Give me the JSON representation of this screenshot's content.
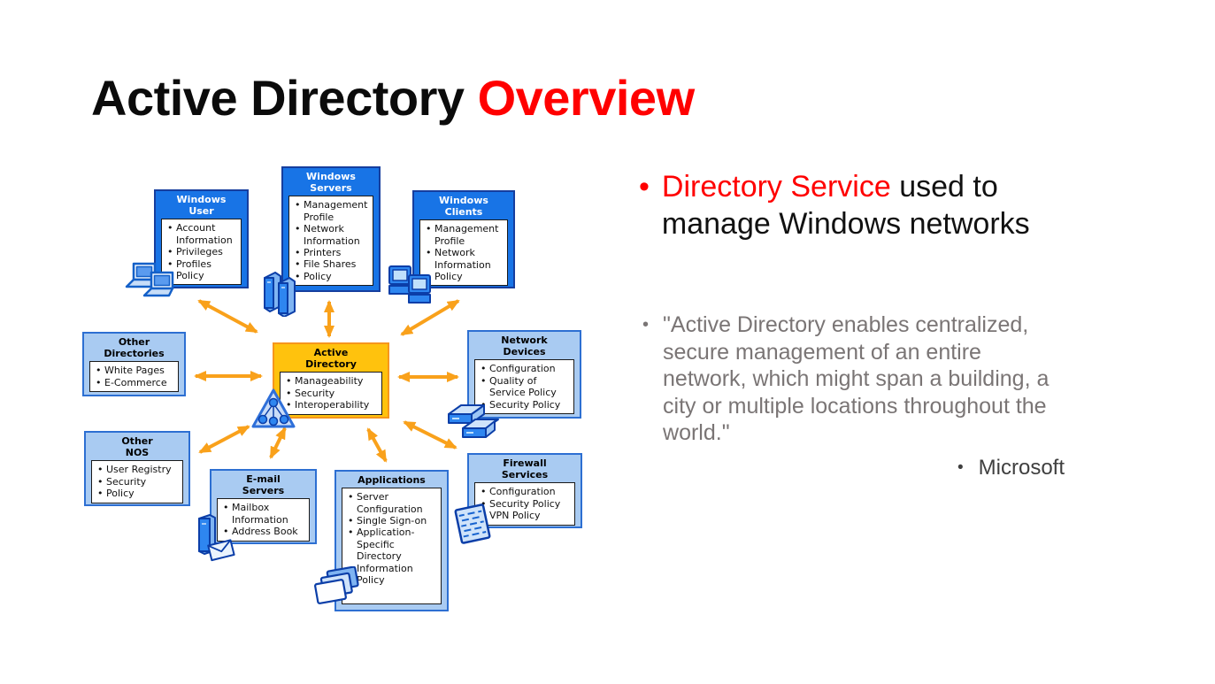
{
  "slide": {
    "title": {
      "main": "Active Directory",
      "accent": "Overview"
    }
  },
  "right_panel": {
    "bullet1": {
      "accent": "Directory Service",
      "rest": " used to\nmanage Windows networks",
      "bullet": "•"
    },
    "quote": {
      "text": "\"Active Directory enables centralized,\nsecure management of an entire\nnetwork, which might span a building, a\ncity or multiple locations throughout the\nworld.\"",
      "bullet": "•"
    },
    "attribution": {
      "text": "Microsoft",
      "bullet": "•"
    }
  },
  "diagram": {
    "boxes": [
      {
        "id": "windows-user",
        "style": "blue",
        "title": "Windows\nUser",
        "items": [
          "Account\nInformation",
          "Privileges",
          "Profiles",
          "Policy"
        ]
      },
      {
        "id": "windows-servers",
        "style": "blue",
        "title": "Windows\nServers",
        "items": [
          "Management\nProfile",
          "Network\nInformation",
          "Printers",
          "File Shares",
          "Policy"
        ]
      },
      {
        "id": "windows-clients",
        "style": "blue",
        "title": "Windows\nClients",
        "items": [
          "Management\nProfile",
          "Network\nInformation",
          "Policy"
        ]
      },
      {
        "id": "other-directories",
        "style": "light",
        "title": "Other\nDirectories",
        "items": [
          "White Pages",
          "E-Commerce"
        ]
      },
      {
        "id": "active-directory",
        "style": "gold",
        "title": "Active\nDirectory",
        "items": [
          "Manageability",
          "Security",
          "Interoperability"
        ]
      },
      {
        "id": "network-devices",
        "style": "light",
        "title": "Network\nDevices",
        "items": [
          "Configuration",
          "Quality of\nService Policy",
          "Security Policy"
        ]
      },
      {
        "id": "other-nos",
        "style": "light",
        "title": "Other\nNOS",
        "items": [
          "User Registry",
          "Security",
          "Policy"
        ]
      },
      {
        "id": "email-servers",
        "style": "light",
        "title": "E-mail\nServers",
        "items": [
          "Mailbox\nInformation",
          "Address Book"
        ]
      },
      {
        "id": "applications",
        "style": "light",
        "title": "Applications",
        "items": [
          "Server\nConfiguration",
          "Single Sign-on",
          "Application-\nSpecific\nDirectory\nInformation",
          "Policy"
        ]
      },
      {
        "id": "firewall-services",
        "style": "light",
        "title": "Firewall\nServices",
        "items": [
          "Configuration",
          "Security Policy",
          "VPN Policy"
        ]
      }
    ],
    "icons": [
      "laptops-icon",
      "server-towers-icon",
      "desktops-icon",
      "directory-tree-icon",
      "network-switch-icon",
      "firewall-icon",
      "email-server-icon",
      "app-stack-icon"
    ]
  },
  "colors": {
    "accent_red": "#FF0000",
    "blue_box": "#1874E6",
    "blue_box_border": "#163E9E",
    "light_blue_box": "#A9CBF2",
    "light_blue_border": "#2D6FD2",
    "gold_box": "#FFC20D",
    "gold_border": "#F6961D",
    "arrow_orange": "#F9A11B",
    "quote_gray": "#7A7575",
    "attribution_gray": "#3F3F3F"
  }
}
